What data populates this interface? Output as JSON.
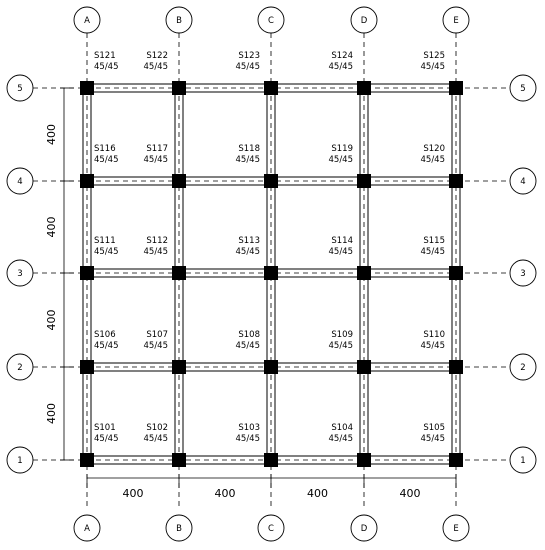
{
  "grid": {
    "columns": [
      "A",
      "B",
      "C",
      "D",
      "E"
    ],
    "rows": [
      "1",
      "2",
      "3",
      "4",
      "5"
    ]
  },
  "dimensions": {
    "horizontal": [
      "400",
      "400",
      "400",
      "400"
    ],
    "vertical": [
      "400",
      "400",
      "400",
      "400"
    ]
  },
  "columns": [
    {
      "id": "S101",
      "size": "45/45",
      "col": 0,
      "row": 0
    },
    {
      "id": "S102",
      "size": "45/45",
      "col": 1,
      "row": 0
    },
    {
      "id": "S103",
      "size": "45/45",
      "col": 2,
      "row": 0
    },
    {
      "id": "S104",
      "size": "45/45",
      "col": 3,
      "row": 0
    },
    {
      "id": "S105",
      "size": "45/45",
      "col": 4,
      "row": 0
    },
    {
      "id": "S106",
      "size": "45/45",
      "col": 0,
      "row": 1
    },
    {
      "id": "S107",
      "size": "45/45",
      "col": 1,
      "row": 1
    },
    {
      "id": "S108",
      "size": "45/45",
      "col": 2,
      "row": 1
    },
    {
      "id": "S109",
      "size": "45/45",
      "col": 3,
      "row": 1
    },
    {
      "id": "S110",
      "size": "45/45",
      "col": 4,
      "row": 1
    },
    {
      "id": "S111",
      "size": "45/45",
      "col": 0,
      "row": 2
    },
    {
      "id": "S112",
      "size": "45/45",
      "col": 1,
      "row": 2
    },
    {
      "id": "S113",
      "size": "45/45",
      "col": 2,
      "row": 2
    },
    {
      "id": "S114",
      "size": "45/45",
      "col": 3,
      "row": 2
    },
    {
      "id": "S115",
      "size": "45/45",
      "col": 4,
      "row": 2
    },
    {
      "id": "S116",
      "size": "45/45",
      "col": 0,
      "row": 3
    },
    {
      "id": "S117",
      "size": "45/45",
      "col": 1,
      "row": 3
    },
    {
      "id": "S118",
      "size": "45/45",
      "col": 2,
      "row": 3
    },
    {
      "id": "S119",
      "size": "45/45",
      "col": 3,
      "row": 3
    },
    {
      "id": "S120",
      "size": "45/45",
      "col": 4,
      "row": 3
    },
    {
      "id": "S121",
      "size": "45/45",
      "col": 0,
      "row": 4
    },
    {
      "id": "S122",
      "size": "45/45",
      "col": 1,
      "row": 4
    },
    {
      "id": "S123",
      "size": "45/45",
      "col": 2,
      "row": 4
    },
    {
      "id": "S124",
      "size": "45/45",
      "col": 3,
      "row": 4
    },
    {
      "id": "S125",
      "size": "45/45",
      "col": 4,
      "row": 4
    }
  ]
}
